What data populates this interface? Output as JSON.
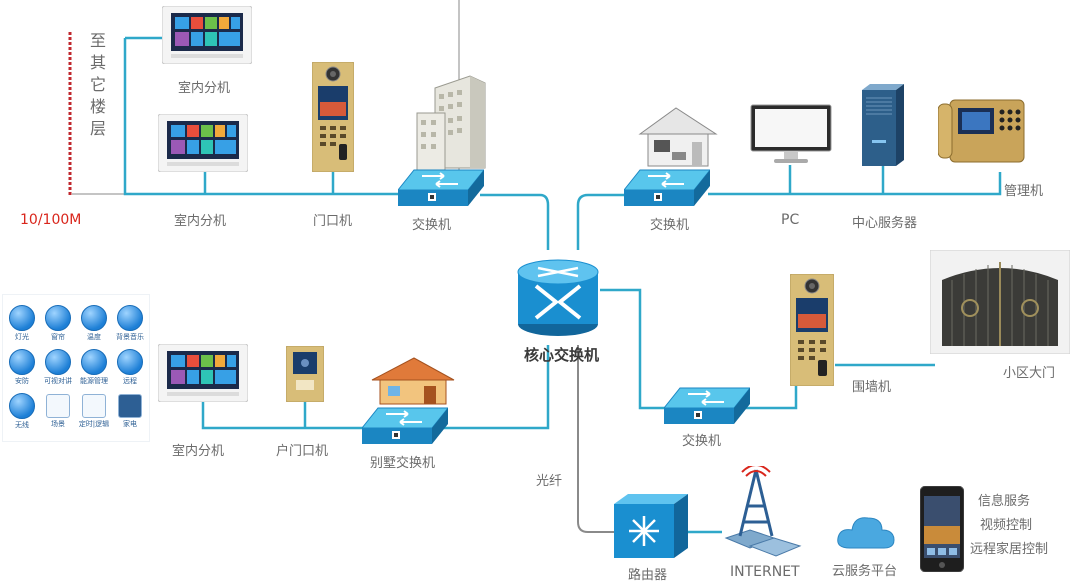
{
  "labels": {
    "vertical_floor": "至其它楼层",
    "speed": "10/100M",
    "indoor_unit_top": "室内分机",
    "indoor_unit_mid": "室内分机",
    "door_unit": "门口机",
    "switch_top_left": "交换机",
    "switch_top_right": "交换机",
    "pc": "PC",
    "central_server": "中心服务器",
    "management": "管理机",
    "core_switch": "核心交换机",
    "wall_unit": "围墙机",
    "main_gate": "小区大门",
    "switch_lower_right": "交换机",
    "indoor_unit_villa": "室内分机",
    "household_door_unit": "户门口机",
    "villa_switch": "别墅交换机",
    "fiber": "光纤",
    "router": "路由器",
    "internet": "INTERNET",
    "cloud": "云服务平台",
    "services": [
      "信息服务",
      "视频控制",
      "远程家居控制"
    ]
  },
  "panel_icons": [
    "灯光",
    "窗帘",
    "温度",
    "背景音乐",
    "安防",
    "可视对讲",
    "能源管理",
    "远程",
    "无线",
    "场景",
    "定时|逻辑",
    "家电"
  ],
  "colors": {
    "wire": "#2fa8c9",
    "wire_gray": "#8a8a8a",
    "floor_bar": "#c0272d",
    "switch_top": "#58c6ec",
    "switch_side": "#1b86c2",
    "core": "#1a8fd0",
    "gold": "#d8bd78",
    "server": "#2d5f8a"
  }
}
